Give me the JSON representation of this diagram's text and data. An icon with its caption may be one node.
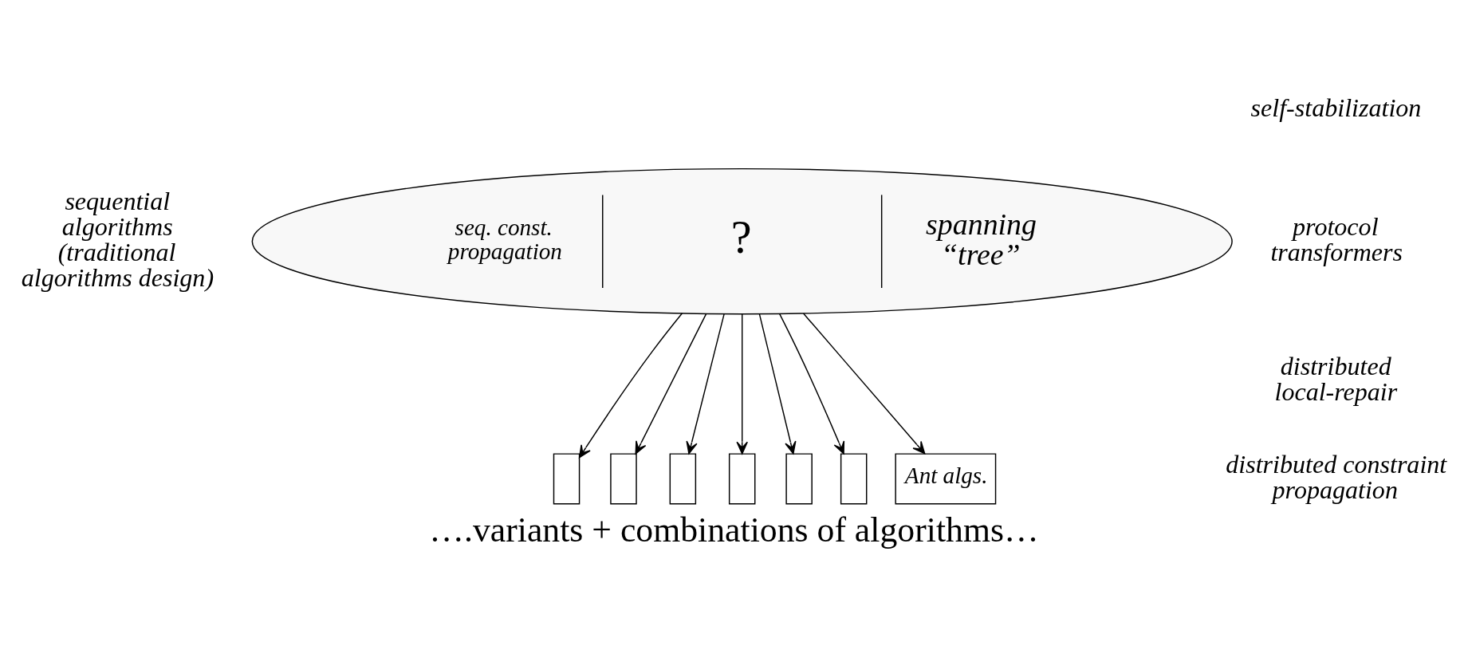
{
  "diagram": {
    "caption": "….variants + combinations of algorithms…",
    "nodes": [
      {
        "text": [
          "seq. const. propagation",
          "?",
          "spanning “tree”"
        ]
      },
      {
        "text": [],
        "shape": "box"
      },
      {
        "text": [],
        "shape": "box"
      },
      {
        "text": [],
        "shape": "box"
      },
      {
        "text": [],
        "shape": "box"
      },
      {
        "text": [],
        "shape": "box"
      },
      {
        "text": [],
        "shape": "box"
      },
      {
        "text": [
          "Ant algs."
        ]
      }
    ],
    "edges": [
      {
        "from": 0,
        "to": 1,
        "arrow": "to"
      },
      {
        "from": 0,
        "to": 2,
        "arrow": "to"
      },
      {
        "from": 0,
        "to": 3,
        "arrow": "to"
      },
      {
        "from": 0,
        "to": 4,
        "arrow": "to"
      },
      {
        "from": 0,
        "to": 5,
        "arrow": "to"
      },
      {
        "from": 0,
        "to": 6,
        "arrow": "to"
      },
      {
        "from": 0,
        "to": 7,
        "arrow": "to"
      }
    ],
    "labels": [
      "self-stabilization",
      "sequential algorithms (traditional algorithms design)",
      "protocol transformers",
      "distributed local-repair",
      "distributed constraint propagation"
    ]
  }
}
